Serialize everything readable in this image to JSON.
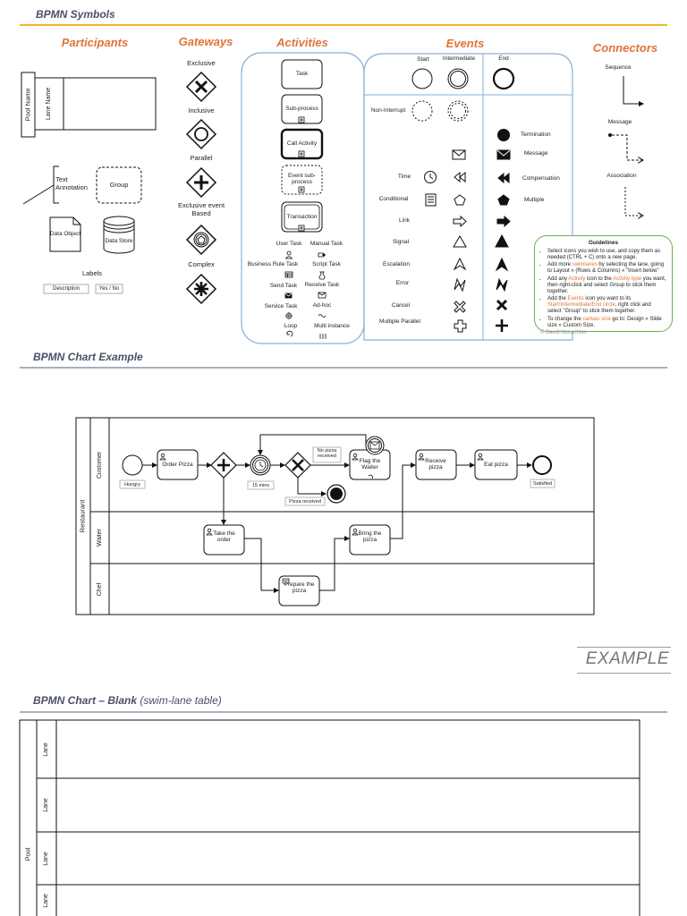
{
  "headers": {
    "symbols": "BPMN Symbols",
    "example": "BPMN Chart Example",
    "blank_main": "BPMN Chart – Blank",
    "blank_sub": "(swim-lane table)",
    "example_stamp": "EXAMPLE"
  },
  "categories": {
    "participants": "Participants",
    "gateways": "Gateways",
    "activities": "Activities",
    "events": "Events",
    "connectors": "Connectors"
  },
  "participants": {
    "pool": "Pool Name",
    "lane": "Lane Name",
    "text_annotation": "Text Annotation",
    "group": "Group",
    "data_object": "Data Object",
    "data_store": "Data Store",
    "labels": "Labels",
    "label_desc": "Description",
    "label_yesno": "Yes / No"
  },
  "gateways": {
    "exclusive": "Exclusive",
    "inclusive": "Inclusive",
    "parallel": "Parallel",
    "exclusive_event": "Exclusive event Based",
    "complex": "Complex"
  },
  "activities": {
    "task": "Task",
    "subprocess": "Sub-process",
    "call_activity": "Call Activity",
    "event_subprocess": "Event sub-process",
    "transaction": "Transaction",
    "user_task": "User Task",
    "manual_task": "Manual Task",
    "business_rule": "Business Rule Task",
    "script_task": "Script Task",
    "send_task": "Send Task",
    "receive_task": "Receive Task",
    "service_task": "Service Task",
    "adhoc": "Ad-hoc",
    "loop": "Loop",
    "multi_instance": "Multi instance"
  },
  "events": {
    "start": "Start",
    "intermediate": "Intermediate",
    "end": "End",
    "non_interrupt": "Non-Interrupt",
    "termination": "Termination",
    "message": "Message",
    "time": "Time",
    "compensation": "Compensation",
    "conditional": "Conditional",
    "multiple": "Multiple",
    "link": "Link",
    "signal": "Signal",
    "escalation": "Escalation",
    "error": "Error",
    "cancel": "Cancel",
    "multiple_parallel": "Multiple Parallel"
  },
  "connectors": {
    "sequence": "Sequence",
    "message": "Message",
    "association": "Association"
  },
  "guidelines": {
    "title": "Guidelines",
    "items": [
      [
        "Select icons you wish to use, and copy them as needed (CTRL + C) onto a new page."
      ],
      [
        "Add more ",
        "swimlanes",
        " by selecting the lane, going to Layout » (Rows & Columns) » \"Insert below\""
      ],
      [
        "Add any ",
        "Activity",
        " icon to the ",
        "Activity type",
        " you want, then right-click and select Group to stick them together."
      ],
      [
        "Add the ",
        "Events",
        " icon you want to its ",
        "Start/Intermediate/End circle",
        ", right click and select \"Group\" to stick them together."
      ],
      [
        "To change the ",
        "canvas size",
        " go to: Design » Slide size » Custom Size."
      ]
    ],
    "signature": "© David McLachlan"
  },
  "example_chart": {
    "pool": "Restaurant",
    "lanes": [
      "Customer",
      "Waiter",
      "Chef"
    ],
    "tasks": {
      "order_pizza": "Order Pizza",
      "flag_waiter": "Flag the Waiter",
      "receive_pizza": "Receive pizza",
      "eat_pizza": "Eat pizza",
      "take_order": "Take the order",
      "bring_pizza": "Bring the pizza",
      "prepare_pizza": "Prepare the pizza"
    },
    "labels": {
      "hungry": "Hungry",
      "mins": "15 mins",
      "no_pizza": "No pizza received",
      "pizza_received": "Pizza received",
      "satisfied": "Satisfied"
    }
  },
  "blank_chart": {
    "pool": "Pool",
    "lanes": [
      "Lane",
      "Lane",
      "Lane",
      "Lane"
    ]
  },
  "colors": {
    "accent": "#e0733a",
    "gold_rule": "#f0b623",
    "gray_rule": "#a7b0bf",
    "activity_border": "#8aaed6",
    "guide_border": "#6ab04c"
  }
}
